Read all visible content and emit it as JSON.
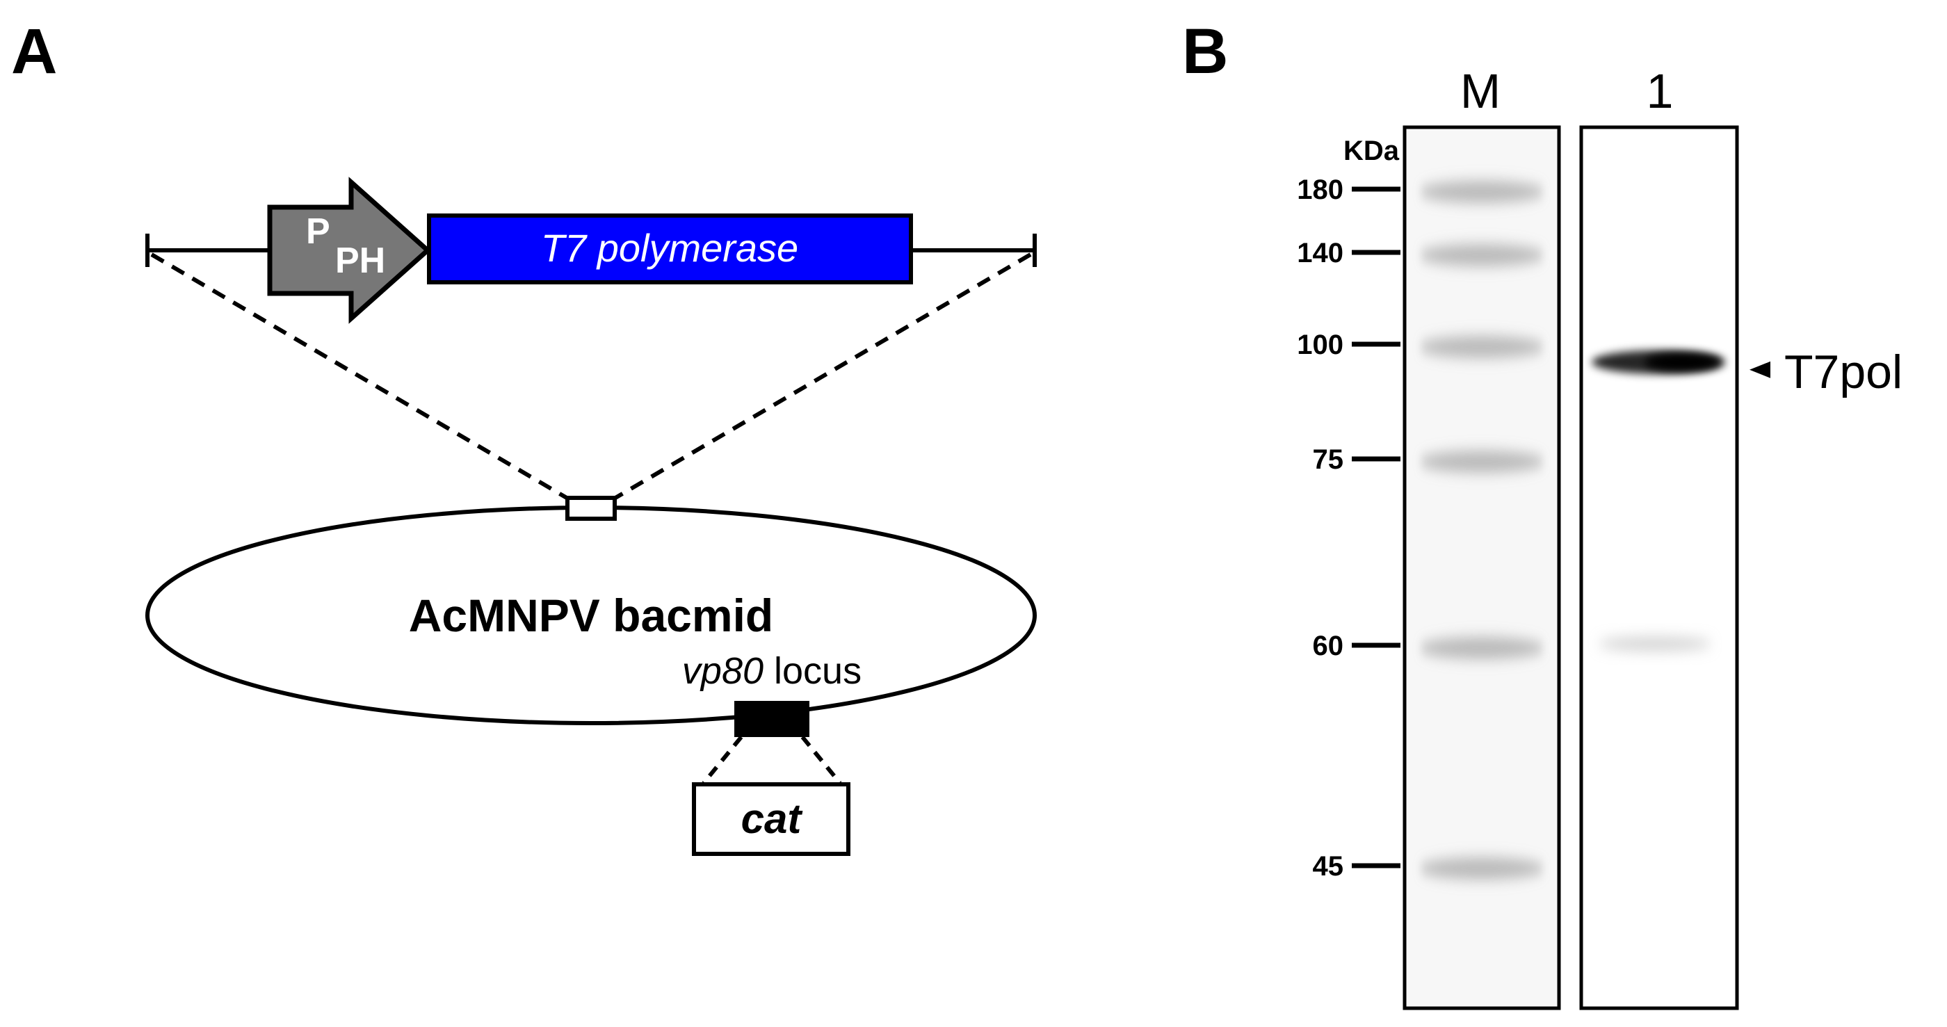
{
  "panel_a": {
    "label": "A",
    "promoter": {
      "main": "P",
      "sub": "PH",
      "color": "#777777"
    },
    "gene": {
      "label": "T7 polymerase",
      "color": "#0000ff"
    },
    "bacmid": {
      "label": "AcMNPV bacmid"
    },
    "locus": {
      "italic": "vp80",
      "rest": " locus"
    },
    "marker": {
      "label": "cat"
    }
  },
  "panel_b": {
    "label": "B",
    "lanes": [
      "M",
      "1"
    ],
    "unit": "KDa",
    "ladder": [
      {
        "kda": 180,
        "label": "180"
      },
      {
        "kda": 140,
        "label": "140"
      },
      {
        "kda": 100,
        "label": "100"
      },
      {
        "kda": 75,
        "label": "75"
      },
      {
        "kda": 60,
        "label": "60"
      },
      {
        "kda": 45,
        "label": "45"
      }
    ],
    "band_annotation": "T7pol",
    "band_kda": 97,
    "faint_band_kda": 60
  }
}
